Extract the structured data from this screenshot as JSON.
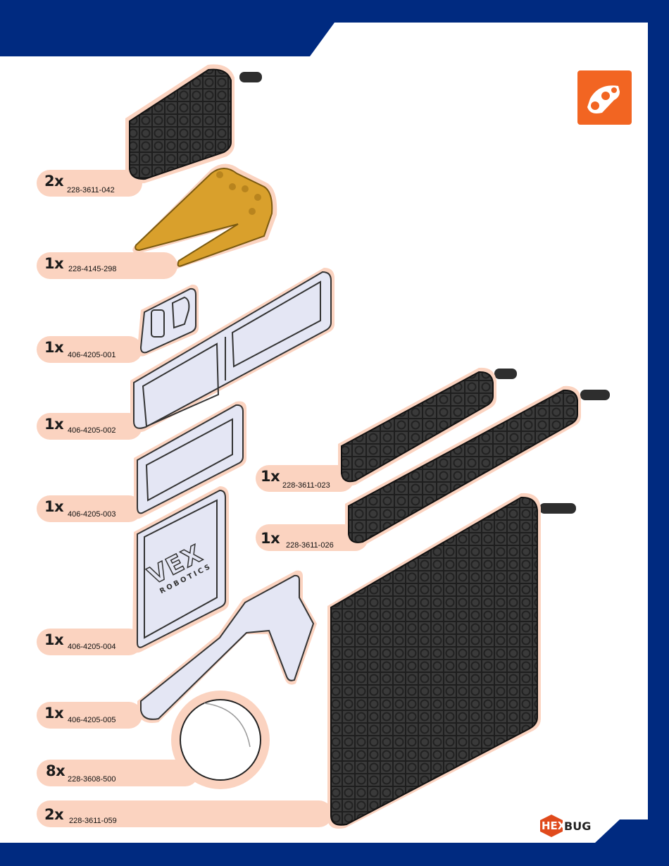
{
  "colors": {
    "frame_blue": "#002a80",
    "highlight": "#fbd3c0",
    "plate_dark": "#3a3a3a",
    "gold": "#d9a02c",
    "panel": "#e4e6f4",
    "accent_orange": "#f26522"
  },
  "parts": [
    {
      "qty": "2x",
      "part_number": "228-3611-042"
    },
    {
      "qty": "1x",
      "part_number": "228-4145-298"
    },
    {
      "qty": "1x",
      "part_number": "406-4205-001"
    },
    {
      "qty": "1x",
      "part_number": "406-4205-002"
    },
    {
      "qty": "1x",
      "part_number": "406-4205-003"
    },
    {
      "qty": "1x",
      "part_number": "406-4205-004"
    },
    {
      "qty": "1x",
      "part_number": "406-4205-005"
    },
    {
      "qty": "8x",
      "part_number": "228-3608-500"
    },
    {
      "qty": "2x",
      "part_number": "228-3611-059"
    },
    {
      "qty": "1x",
      "part_number": "228-3611-023"
    },
    {
      "qty": "1x",
      "part_number": "228-3611-026"
    }
  ],
  "brand": {
    "hexbug_hex": "HEX",
    "hexbug_bug": "BUG",
    "vex_logo": "VEX",
    "vex_sub": "ROBOTICS"
  },
  "icons": {
    "top_right": "chain-link-icon"
  }
}
